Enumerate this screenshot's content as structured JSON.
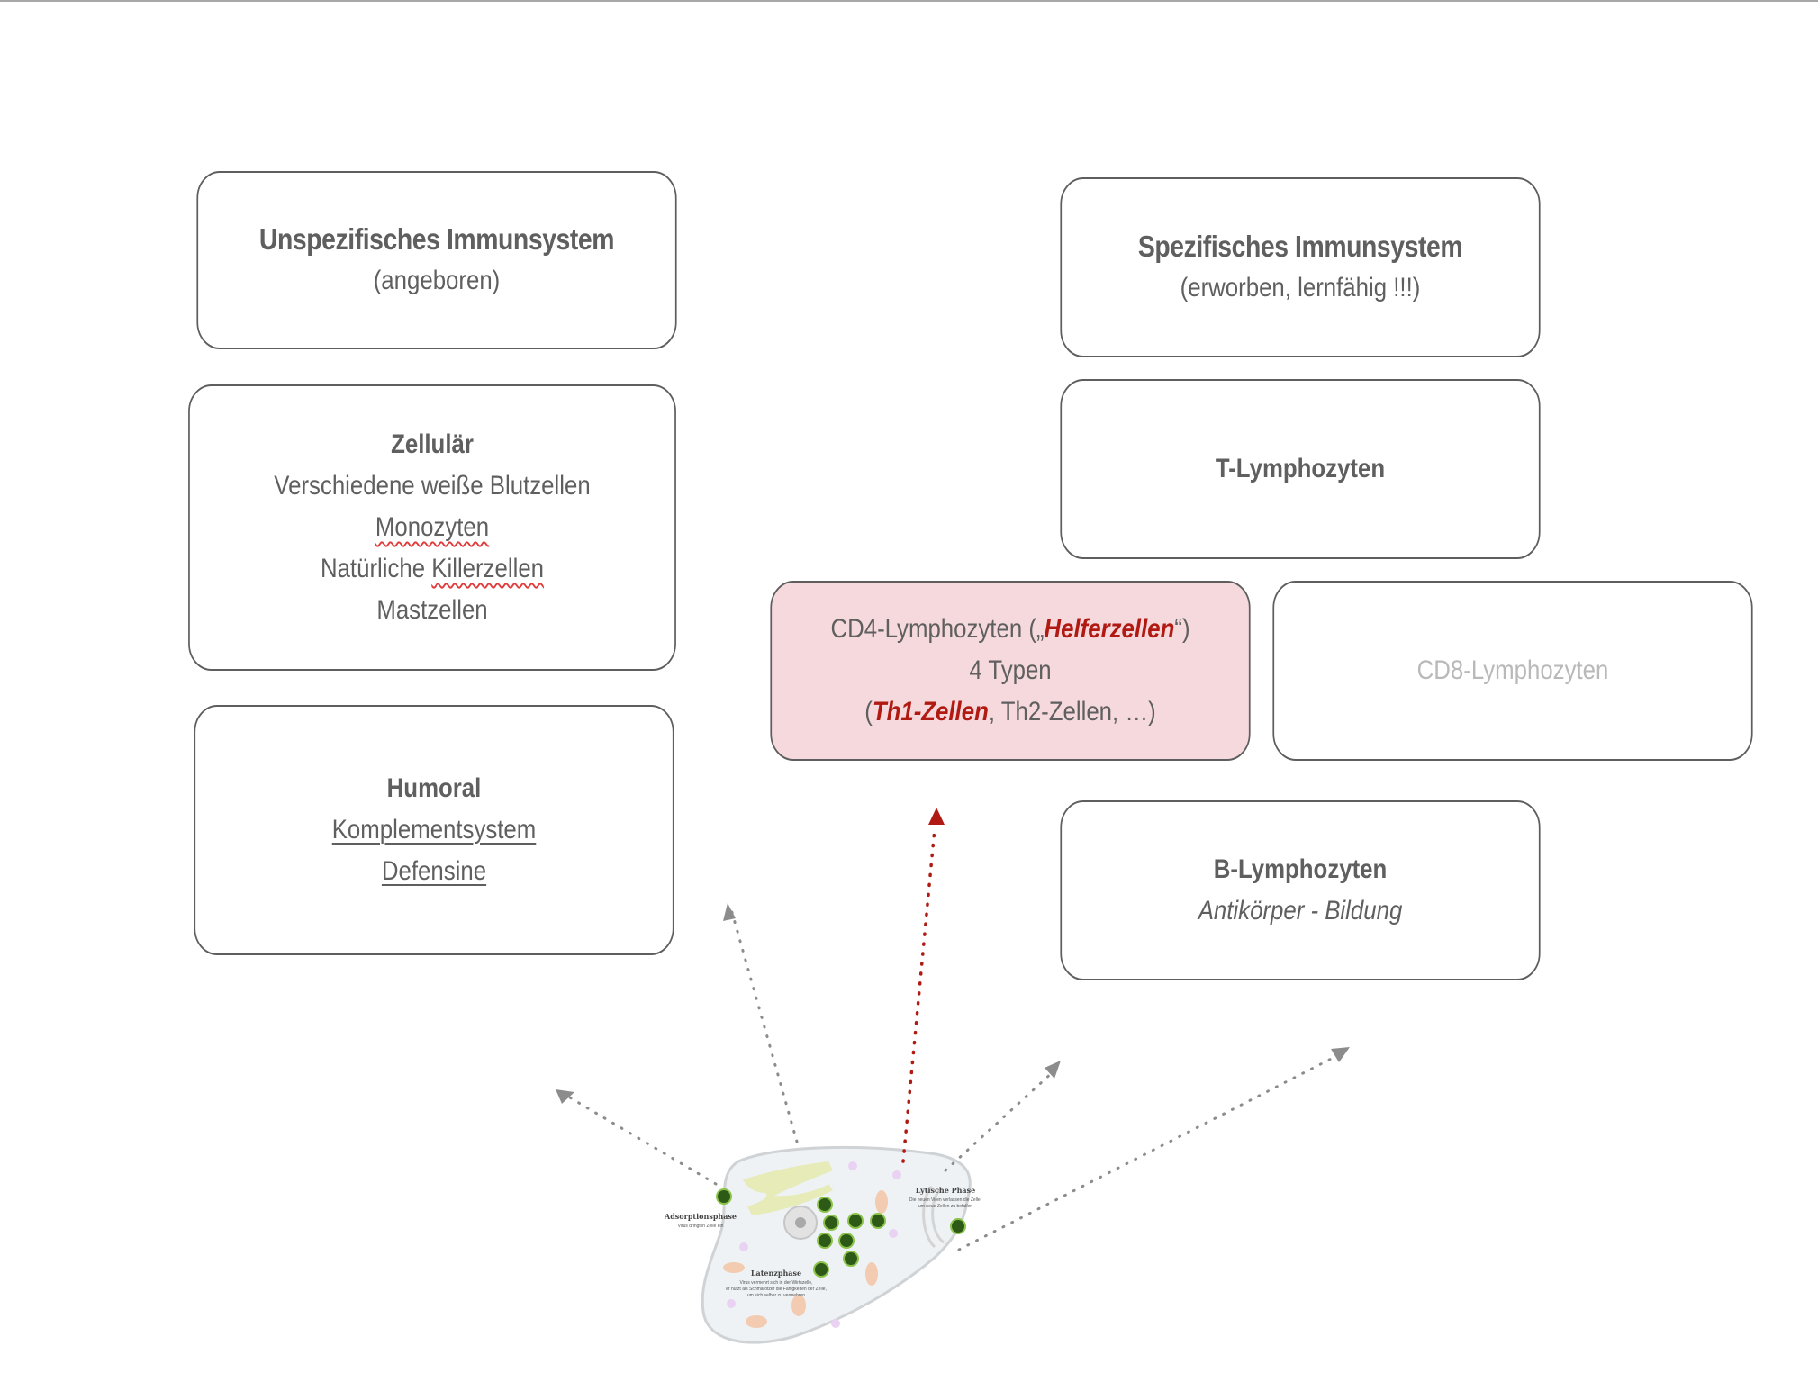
{
  "diagram": {
    "title": "Immunsystem Übersicht",
    "left_column": {
      "unspecific": {
        "title": "Unspezifisches Immunsystem",
        "subtitle": "(angeboren)"
      },
      "cellular": {
        "title": "Zellulär",
        "items": [
          "Verschiedene weiße Blutzellen",
          "Monozyten",
          "Natürliche ",
          "Killerzellen",
          "Mastzellen"
        ]
      },
      "humoral": {
        "title": "Humoral",
        "items": [
          "Komplementsystem",
          "Defensine"
        ]
      }
    },
    "right_column": {
      "specific": {
        "title": "Spezifisches Immunsystem",
        "subtitle": "(erworben, lernfähig !!!)"
      },
      "t_cells": {
        "title": "T-Lymphozyten"
      },
      "cd4": {
        "line1_prefix": "CD4-Lymphozyten („",
        "line1_accent": "Helferzellen",
        "line1_suffix": "“)",
        "line2": "4 Typen",
        "line3_prefix": "(",
        "line3_accent": "Th1-Zellen",
        "line3_suffix": ", Th2-Zellen, …)"
      },
      "cd8": {
        "title": "CD8-Lymphozyten"
      },
      "b_cells": {
        "title": "B-Lymphozyten",
        "subtitle": "Antikörper - Bildung"
      }
    },
    "cell_illustration": {
      "labels": {
        "adsorption_title": "Adsorptionsphase",
        "adsorption_text": "Virus dringt in Zelle ein",
        "lytic_title": "Lytische Phase",
        "lytic_text_1": "Die neuen Viren verlassen die Zelle,",
        "lytic_text_2": "um neue Zellen zu befallen",
        "latent_title": "Latenzphase",
        "latent_text_1": "Virus vermehrt sich in der Wirtszelle,",
        "latent_text_2": "er nutzt als Schmarotzer die Fähigkeiten der Zelle,",
        "latent_text_3": "um sich selber zu vermehren"
      }
    },
    "colors": {
      "accent_red": "#b11a12",
      "arrow_gray": "#8c8c8c",
      "cd4_fill": "#f6d9dd",
      "virus_green": "#2e5a17"
    }
  }
}
